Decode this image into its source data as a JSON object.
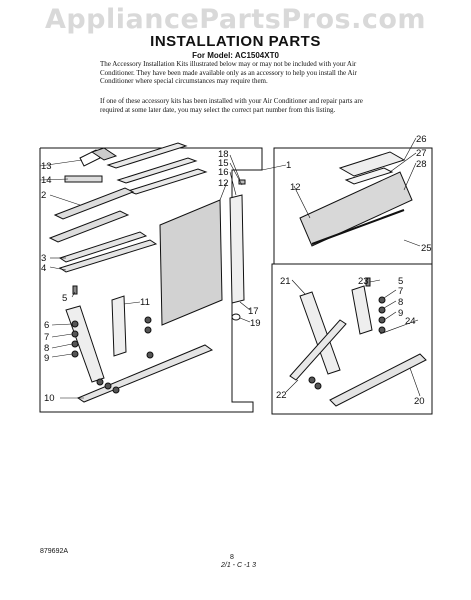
{
  "header": {
    "watermark": "AppliancePartsPros.com",
    "title": "INSTALLATION PARTS",
    "model_line": "For Model: AC1504XT0"
  },
  "intro": {
    "paragraph_1": "The Accessory Installation Kits illustrated below may or may not be included with your Air Conditioner. They have been made available only as an accessory to help you install the Air Conditioner where special circumstances may require them.",
    "paragraph_2": "If one of these accessory kits has been installed with your Air Conditioner and repair parts are required at some later date, you may select the correct part number from this listing."
  },
  "callouts": [
    "1",
    "2",
    "3",
    "4",
    "5",
    "6",
    "7",
    "8",
    "9",
    "10",
    "11",
    "12",
    "13",
    "14",
    "15",
    "16",
    "17",
    "18",
    "19",
    "20",
    "21",
    "22",
    "23",
    "24",
    "25",
    "26",
    "27",
    "28"
  ],
  "footer": {
    "doc_code": "879692A",
    "page_number": "8",
    "handwritten_note": "2/1 - C -1 3"
  }
}
